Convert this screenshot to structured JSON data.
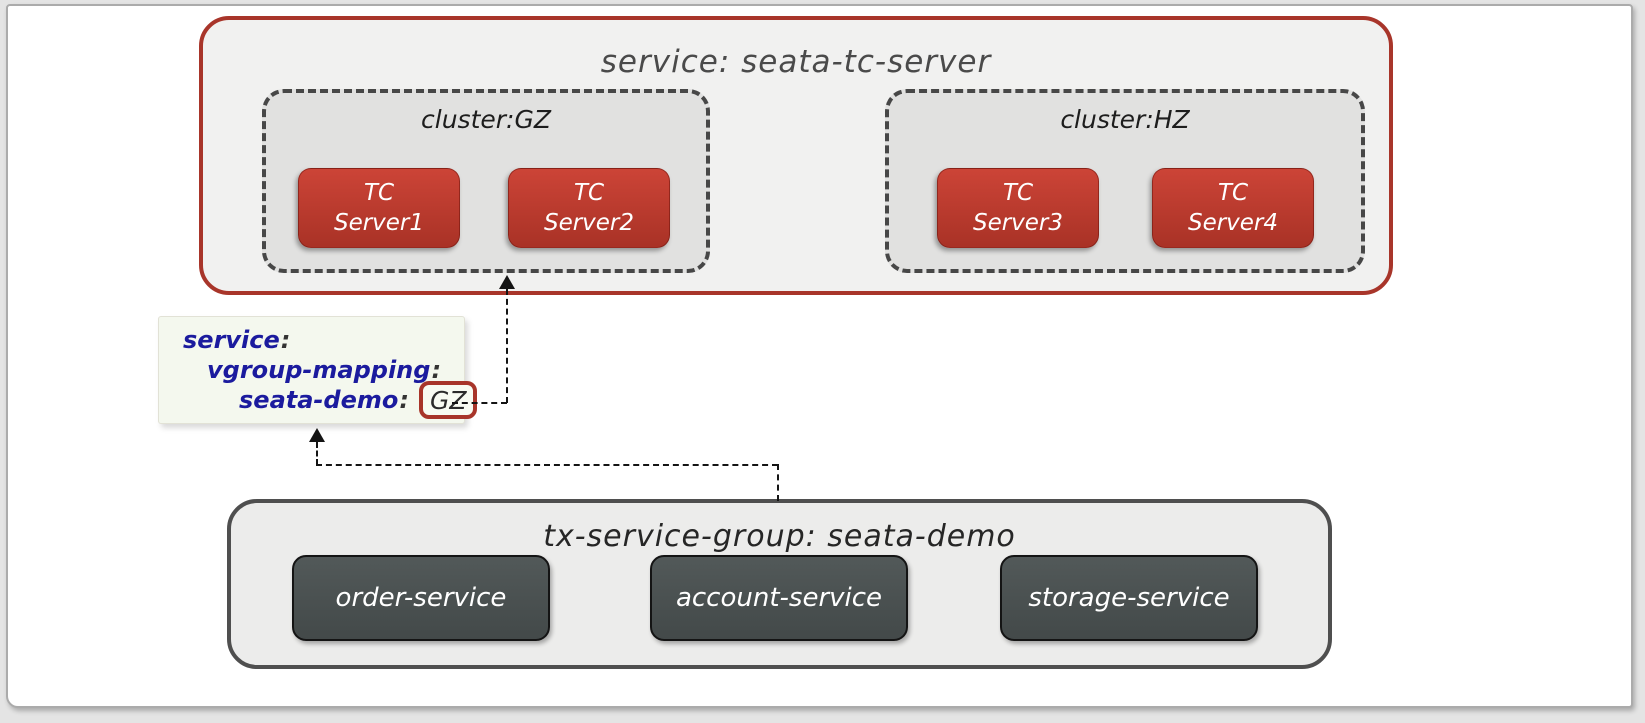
{
  "colors": {
    "red-accent": "#a8352a",
    "tc-box-top": "#cc4437",
    "tc-box-bottom": "#a93226",
    "dark-slate": "#4b5252",
    "navy": "#1b1b9e",
    "container-fill": "#f1f1f0",
    "cluster-fill": "#e1e1e0",
    "tx-border": "#4f4f4f",
    "config-bg": "#f4f8ee"
  },
  "tc_service": {
    "title": "service: seata-tc-server",
    "clusters": [
      {
        "label": "cluster:GZ",
        "servers": [
          {
            "line1": "TC",
            "line2": "Server1"
          },
          {
            "line1": "TC",
            "line2": "Server2"
          }
        ]
      },
      {
        "label": "cluster:HZ",
        "servers": [
          {
            "line1": "TC",
            "line2": "Server3"
          },
          {
            "line1": "TC",
            "line2": "Server4"
          }
        ]
      }
    ]
  },
  "config": {
    "line1_key": "service",
    "line1_colon": ":",
    "line2_key": "vgroup-mapping",
    "line2_colon": ":",
    "line3_key": "seata-demo",
    "line3_colon": ":",
    "line3_value": "GZ"
  },
  "tx_group": {
    "title": "tx-service-group: seata-demo",
    "services": [
      {
        "label": "order-service"
      },
      {
        "label": "account-service"
      },
      {
        "label": "storage-service"
      }
    ]
  }
}
